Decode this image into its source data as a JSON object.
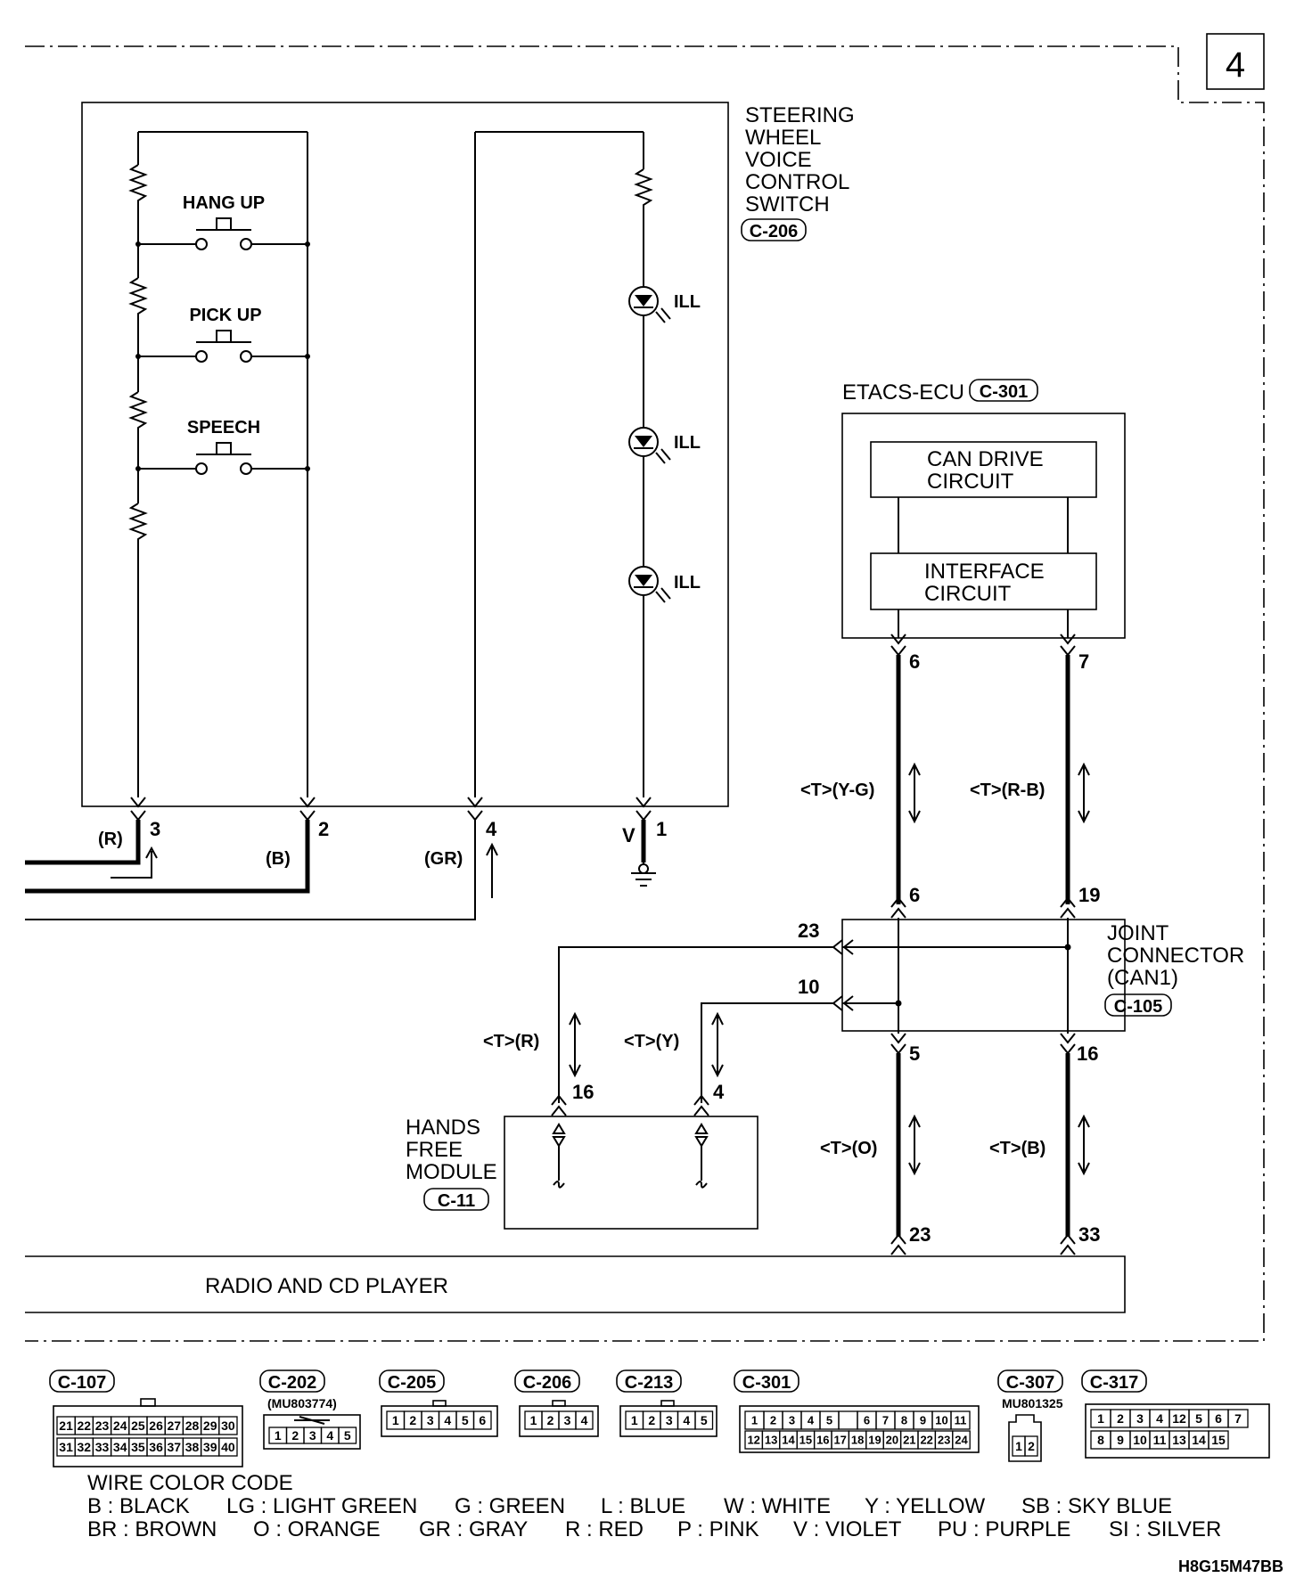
{
  "page_number": "4",
  "figure_code": "H8G15M47BB",
  "components": {
    "switch": {
      "lines": [
        "STEERING",
        "WHEEL",
        "VOICE",
        "CONTROL",
        "SWITCH"
      ],
      "connector": "C-206"
    },
    "switches": [
      "HANG UP",
      "PICK UP",
      "SPEECH"
    ],
    "ill_label": "ILL",
    "etacs": {
      "title": "ETACS-ECU",
      "connector": "C-301",
      "can_drive": [
        "CAN DRIVE",
        "CIRCUIT"
      ],
      "interface": [
        "INTERFACE",
        "CIRCUIT"
      ]
    },
    "joint": {
      "lines": [
        "JOINT",
        "CONNECTOR",
        "(CAN1)"
      ],
      "connector": "C-105"
    },
    "hands_free": {
      "lines": [
        "HANDS",
        "FREE",
        "MODULE"
      ],
      "connector": "C-11"
    },
    "radio": "RADIO AND CD PLAYER"
  },
  "switch_pins": {
    "p3": "3",
    "p2": "2",
    "p4": "4",
    "p1": "1",
    "c3": "(R)",
    "c2": "(B)",
    "c4": "(GR)",
    "c1": "V"
  },
  "wires": {
    "etacs_pin_a": "6",
    "etacs_pin_b": "7",
    "wire_a": "<T>(Y-G)",
    "wire_b": "<T>(R-B)",
    "joint_pin_a": "6",
    "joint_pin_b": "19",
    "joint_pin_23": "23",
    "joint_pin_10": "10",
    "joint_pin_5": "5",
    "joint_pin_16": "16",
    "wire_hf_a": "<T>(R)",
    "wire_hf_b": "<T>(Y)",
    "hf_pin_a": "16",
    "hf_pin_b": "4",
    "wire_radio_a": "<T>(O)",
    "wire_radio_b": "<T>(B)",
    "radio_pin_a": "23",
    "radio_pin_b": "33"
  },
  "connectors": [
    {
      "id": "C-107",
      "part": "",
      "rows": [
        [
          "21",
          "22",
          "23",
          "24",
          "25",
          "26",
          "27",
          "28",
          "29",
          "30"
        ],
        [
          "31",
          "32",
          "33",
          "34",
          "35",
          "36",
          "37",
          "38",
          "39",
          "40"
        ]
      ]
    },
    {
      "id": "C-202",
      "part": "(MU803774)",
      "rows": [
        [
          "1",
          "2",
          "3",
          "4",
          "5"
        ]
      ]
    },
    {
      "id": "C-205",
      "part": "",
      "rows": [
        [
          "1",
          "2",
          "3",
          "4",
          "5",
          "6"
        ]
      ]
    },
    {
      "id": "C-206",
      "part": "",
      "rows": [
        [
          "1",
          "2",
          "3",
          "4"
        ]
      ]
    },
    {
      "id": "C-213",
      "part": "",
      "rows": [
        [
          "1",
          "2",
          "3",
          "4",
          "5"
        ]
      ]
    },
    {
      "id": "C-301",
      "part": "",
      "rows": [
        [
          "1",
          "2",
          "3",
          "4",
          "5",
          "",
          "6",
          "7",
          "8",
          "9",
          "10",
          "11"
        ],
        [
          "12",
          "13",
          "14",
          "15",
          "16",
          "17",
          "18",
          "19",
          "20",
          "21",
          "22",
          "23",
          "24"
        ]
      ]
    },
    {
      "id": "C-307",
      "part": "MU801325",
      "rows": [
        [
          "1",
          "2"
        ]
      ]
    },
    {
      "id": "C-317",
      "part": "",
      "rows": [
        [
          "1",
          "2",
          "3",
          "4",
          "12",
          "5",
          "6",
          "7"
        ],
        [
          "8",
          "9",
          "10",
          "11",
          "13",
          "14",
          "15"
        ]
      ]
    }
  ],
  "wire_color_code": {
    "title": "WIRE COLOR CODE",
    "row1": [
      "B : BLACK",
      "LG : LIGHT GREEN",
      "G : GREEN",
      "L : BLUE",
      "W : WHITE",
      "Y : YELLOW",
      "SB : SKY BLUE"
    ],
    "row2": [
      "BR : BROWN",
      "O : ORANGE",
      "GR : GRAY",
      "R : RED",
      "P : PINK",
      "V : VIOLET",
      "PU : PURPLE",
      "SI : SILVER"
    ]
  }
}
